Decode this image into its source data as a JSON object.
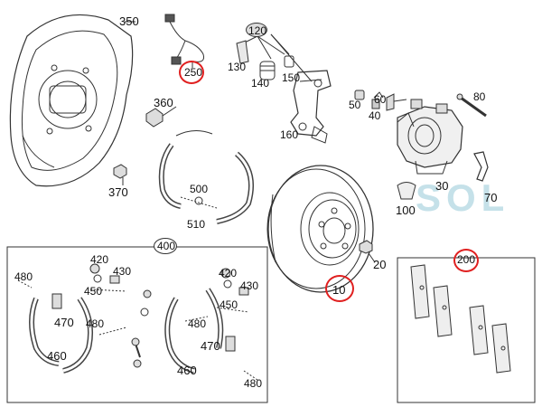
{
  "watermark": "SOL",
  "highlight_color": "#e02020",
  "line_color": "#333333",
  "labels": {
    "p350": "350",
    "p250": "250",
    "p120": "120",
    "p130": "130",
    "p140": "140",
    "p150": "150",
    "p160": "160",
    "p360": "360",
    "p370": "370",
    "p500": "500",
    "p510": "510",
    "p50": "50",
    "p60": "60",
    "p40": "40",
    "p80": "80",
    "p30": "30",
    "p70": "70",
    "p100": "100",
    "p10": "10",
    "p20": "20",
    "p400": "400",
    "p200": "200",
    "kit": {
      "l480a": "480",
      "l420a": "420",
      "l430a": "430",
      "l450a": "450",
      "l470a": "470",
      "l480b": "480",
      "l460a": "460",
      "l420b": "420",
      "l430b": "430",
      "l450b": "450",
      "l480c": "480",
      "l470b": "470",
      "l460b": "460",
      "l480d": "480"
    }
  }
}
